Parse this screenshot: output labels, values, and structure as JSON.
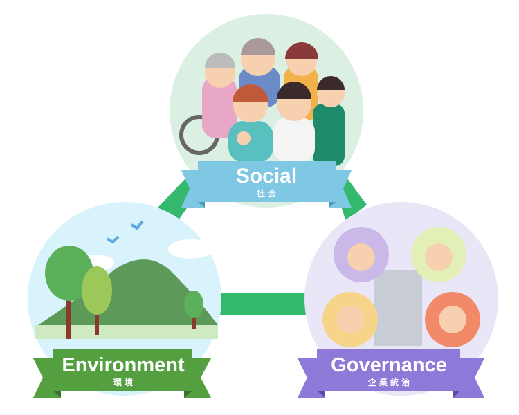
{
  "diagram": {
    "social": {
      "title": "Social",
      "subtitle": "社 会",
      "color": "#7ec8e3"
    },
    "environment": {
      "title": "Environment",
      "subtitle": "環 境",
      "color": "#54a040"
    },
    "governance": {
      "title": "Governance",
      "subtitle": "企 業 統 治",
      "color": "#8e78d8"
    },
    "connector_color": "#34b86e"
  }
}
